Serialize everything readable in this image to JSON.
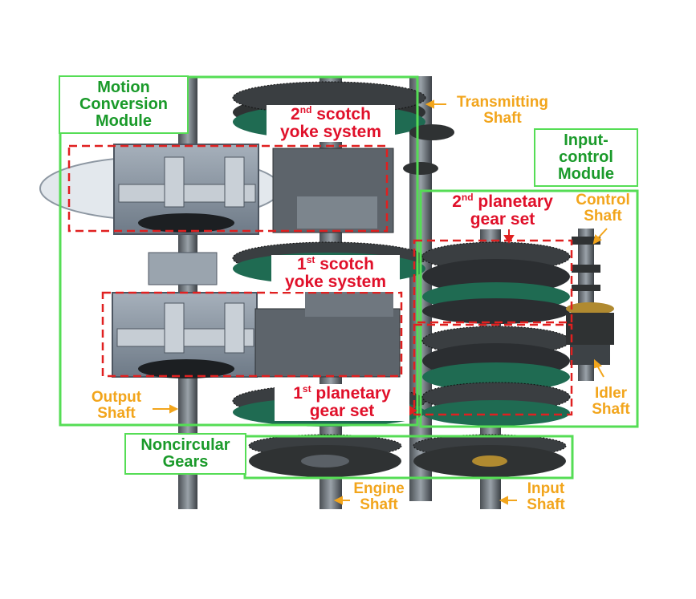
{
  "colors": {
    "module_box": "#55dd55",
    "highlight_box": "#e02020",
    "module_text": "#1a9a2a",
    "shaft_text": "#f2a51c",
    "component_text": "#e0102a",
    "gear_body": "#2f3233",
    "gear_face": "#1f6b52",
    "housing": "#8c98a6"
  },
  "modules": {
    "motion_conversion": [
      "Motion",
      "Conversion",
      "Module"
    ],
    "input_control": [
      "Input-",
      "control",
      "Module"
    ],
    "noncircular": [
      "Noncircular",
      "Gears"
    ]
  },
  "components": {
    "scotch2": {
      "num": "2",
      "sup": "nd",
      "line1": "scotch",
      "line2": "yoke system"
    },
    "scotch1": {
      "num": "1",
      "sup": "st",
      "line1": "scotch",
      "line2": "yoke system"
    },
    "planetary2": {
      "num": "2",
      "sup": "nd",
      "line1": "planetary",
      "line2": "gear set"
    },
    "planetary1": {
      "num": "1",
      "sup": "st",
      "line1": "planetary",
      "line2": "gear set"
    }
  },
  "shafts": {
    "transmitting": [
      "Transmitting",
      "Shaft"
    ],
    "control": [
      "Control",
      "Shaft"
    ],
    "idler": [
      "Idler",
      "Shaft"
    ],
    "output": [
      "Output",
      "Shaft"
    ],
    "engine": [
      "Engine",
      "Shaft"
    ],
    "input": [
      "Input",
      "Shaft"
    ]
  }
}
